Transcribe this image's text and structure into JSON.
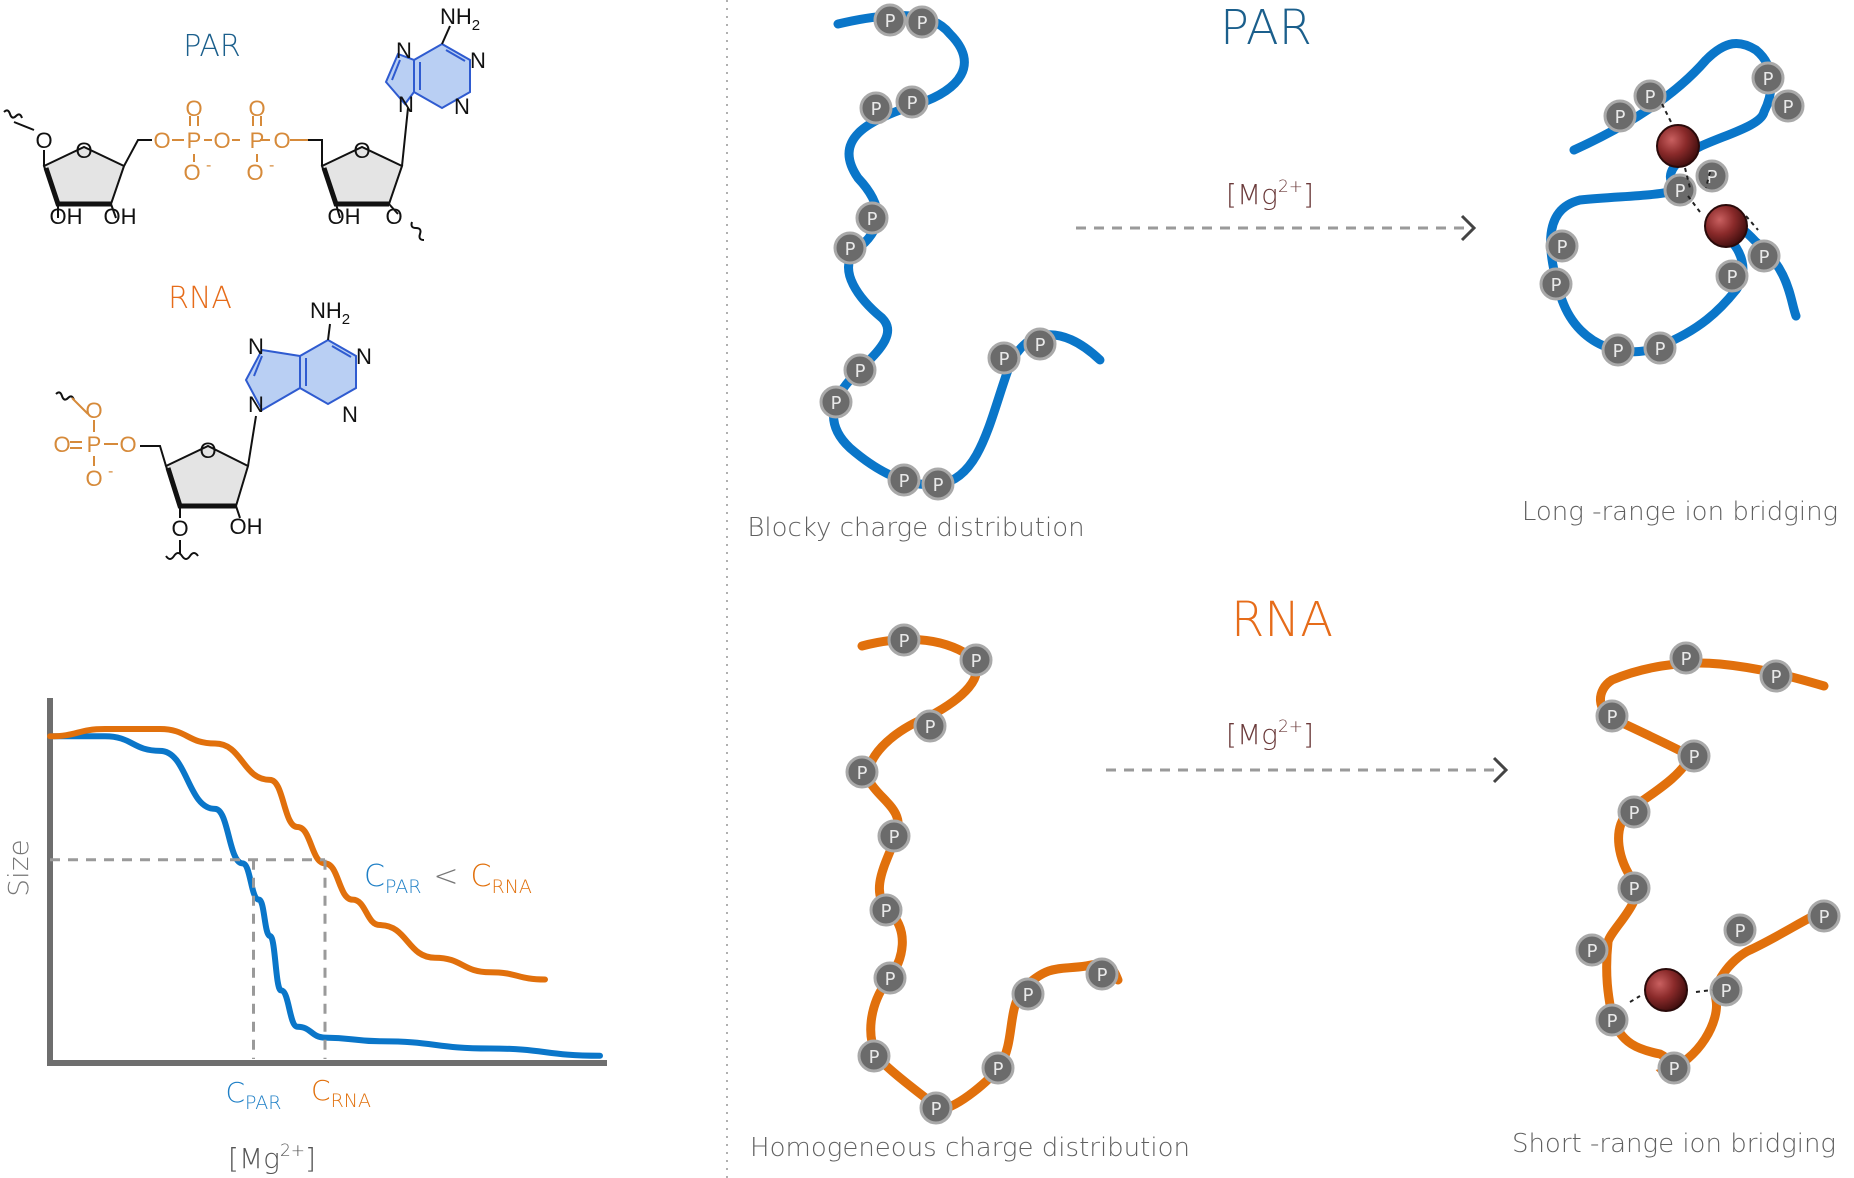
{
  "colors": {
    "par": "#0a76c9",
    "rna": "#e1700c",
    "par_title": "#1b5f8c",
    "rna_title": "#e66c1a",
    "phosphate": "#d68a3a",
    "base_fill": "#b9cff3",
    "base_stroke": "#2f5bd0",
    "sugar_fill": "#e4e4e4",
    "bead_fill": "#6b6b6b",
    "bead_stroke": "#a9a9a9",
    "ion": "#7a2020",
    "mg_text": "#6b3a3a",
    "caption": "#606060",
    "axis": "#6e6e6e",
    "dashed": "#9a9a9a"
  },
  "structures": {
    "par": {
      "title": "PAR",
      "nh2_main": "NH",
      "nh2_sub": "2",
      "atoms": {
        "o_left": "O",
        "o_ring1": "O",
        "o_ester1": "O",
        "p1": "P",
        "o_bridge": "O",
        "p2": "P",
        "o_ester2": "O",
        "o_ring2": "O",
        "o_top1": "O",
        "o_top2": "O",
        "o_minus1": "O",
        "o_minus2": "O",
        "minus": "-",
        "oh1": "OH",
        "oh2": "OH",
        "oh3": "OH",
        "o_ribose": "O",
        "n9": "N",
        "n7": "N",
        "n1": "N",
        "n3": "N"
      }
    },
    "rna": {
      "title": "RNA",
      "nh2_main": "NH",
      "nh2_sub": "2",
      "atoms": {
        "o_top": "O",
        "o_dbl": "O",
        "p": "P",
        "o_ester": "O",
        "o_minus": "O",
        "minus": "-",
        "o_ring": "O",
        "o_3": "O",
        "oh": "OH",
        "n9": "N",
        "n7": "N",
        "n1": "N",
        "n3": "N"
      }
    }
  },
  "graph": {
    "ylabel": "Size",
    "xlabel_main": "[Mg",
    "xlabel_sup": "2+",
    "xlabel_close": "]",
    "c_letter": "C",
    "par_sub": "PAR",
    "rna_sub": "RNA",
    "less_than": "<"
  },
  "panels": {
    "par": {
      "title": "PAR",
      "arrow_main": "[Mg",
      "arrow_sup": "2+",
      "arrow_close": "]",
      "left_caption": "Blocky charge distribution",
      "right_caption": "Long -range ion bridging"
    },
    "rna": {
      "title": "RNA",
      "arrow_main": "[Mg",
      "arrow_sup": "2+",
      "arrow_close": "]",
      "left_caption": "Homogeneous charge distribution",
      "right_caption": "Short -range ion bridging"
    }
  },
  "bead_label": "P",
  "chart_data": {
    "type": "line",
    "title": "",
    "xlabel": "[Mg2+]",
    "ylabel": "Size",
    "series": [
      {
        "name": "PAR",
        "x": [
          0,
          0.1,
          0.2,
          0.3,
          0.35,
          0.38,
          0.4,
          0.42,
          0.45,
          0.5,
          0.6,
          0.8,
          1.0
        ],
        "y": [
          0.9,
          0.9,
          0.86,
          0.7,
          0.55,
          0.45,
          0.35,
          0.2,
          0.1,
          0.07,
          0.06,
          0.04,
          0.02
        ]
      },
      {
        "name": "RNA",
        "x": [
          0,
          0.1,
          0.2,
          0.3,
          0.4,
          0.45,
          0.5,
          0.55,
          0.6,
          0.7,
          0.8,
          0.9
        ],
        "y": [
          0.9,
          0.92,
          0.92,
          0.88,
          0.78,
          0.65,
          0.55,
          0.45,
          0.38,
          0.29,
          0.25,
          0.23
        ]
      }
    ],
    "markers": [
      {
        "label": "CPAR",
        "x": 0.37
      },
      {
        "label": "CRNA",
        "x": 0.5
      }
    ],
    "threshold_y": 0.56
  }
}
